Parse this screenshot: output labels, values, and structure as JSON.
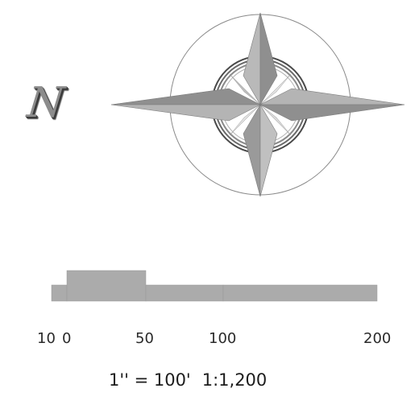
{
  "north_arrow": {
    "letter": "N",
    "icon": "compass-rose-icon"
  },
  "scale_bar": {
    "tick_labels": [
      "10",
      "0",
      "50",
      "100",
      "200"
    ],
    "ratio_text": "1'' = 100'",
    "ratio_fraction": "1:1,200"
  },
  "colors": {
    "fill": "#aaaaaa",
    "stroke": "#7a7a7a",
    "text": "#222222"
  }
}
